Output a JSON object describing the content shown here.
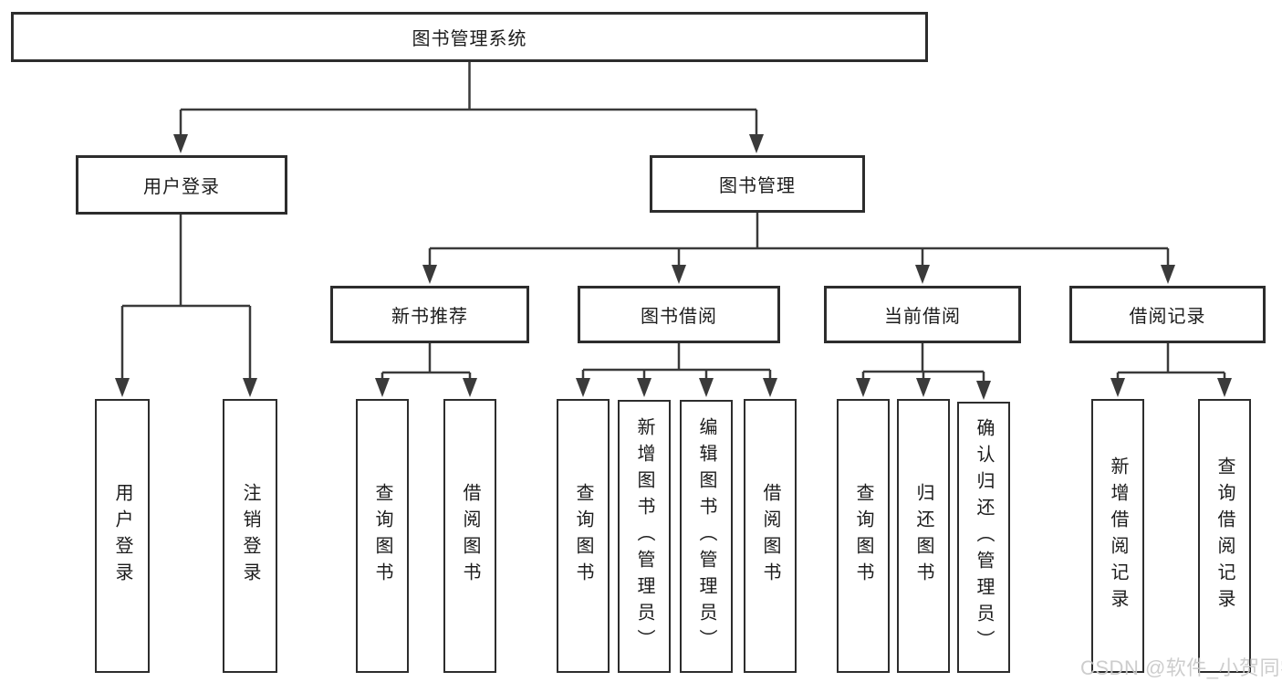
{
  "tree": {
    "root": {
      "label": "图书管理系统"
    },
    "branches": [
      {
        "label": "用户登录",
        "children": [
          {
            "label": "用户登录"
          },
          {
            "label": "注销登录"
          }
        ]
      },
      {
        "label": "图书管理",
        "children": [
          {
            "label": "新书推荐",
            "children": [
              {
                "label": "查询图书"
              },
              {
                "label": "借阅图书"
              }
            ]
          },
          {
            "label": "图书借阅",
            "children": [
              {
                "label": "查询图书"
              },
              {
                "label": "新增图书（管理员）"
              },
              {
                "label": "编辑图书（管理员）"
              },
              {
                "label": "借阅图书"
              }
            ]
          },
          {
            "label": "当前借阅",
            "children": [
              {
                "label": "查询图书"
              },
              {
                "label": "归还图书"
              },
              {
                "label": "确认归还（管理员）"
              }
            ]
          },
          {
            "label": "借阅记录",
            "children": [
              {
                "label": "新增借阅记录"
              },
              {
                "label": "查询借阅记录"
              }
            ]
          }
        ]
      }
    ]
  },
  "watermark": {
    "text": "CSDN @软件_小贺同学",
    "color": "#c9c9c9"
  },
  "colors": {
    "line": "#3a3a3a",
    "box_border": "#2d2d2d",
    "box_fill": "#ffffff",
    "text": "#1c1c1c",
    "background": "#ffffff",
    "watermark": "#c9c9c9"
  }
}
